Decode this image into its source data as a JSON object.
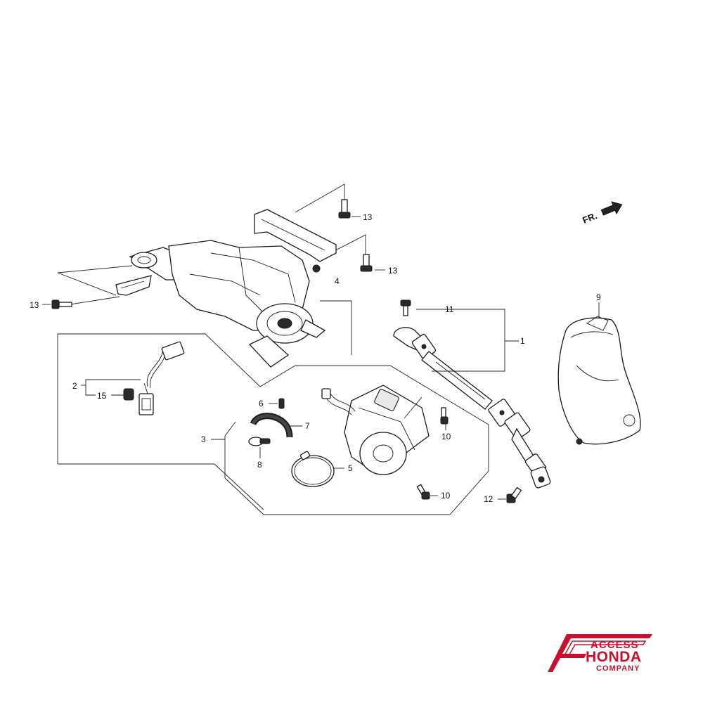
{
  "diagram": {
    "orientation_label": "FR.",
    "callouts": {
      "c1": "1",
      "c2": "2",
      "c3": "3",
      "c4": "4",
      "c5": "5",
      "c6": "6",
      "c7": "7",
      "c8": "8",
      "c9": "9",
      "c10a": "10",
      "c10b": "10",
      "c11": "11",
      "c12": "12",
      "c13a": "13",
      "c13b": "13",
      "c13c": "13",
      "c15": "15"
    }
  },
  "logo": {
    "line1": "ACCESS",
    "line2": "HONDA",
    "line3": "COMPANY",
    "color": "#c8102e"
  }
}
